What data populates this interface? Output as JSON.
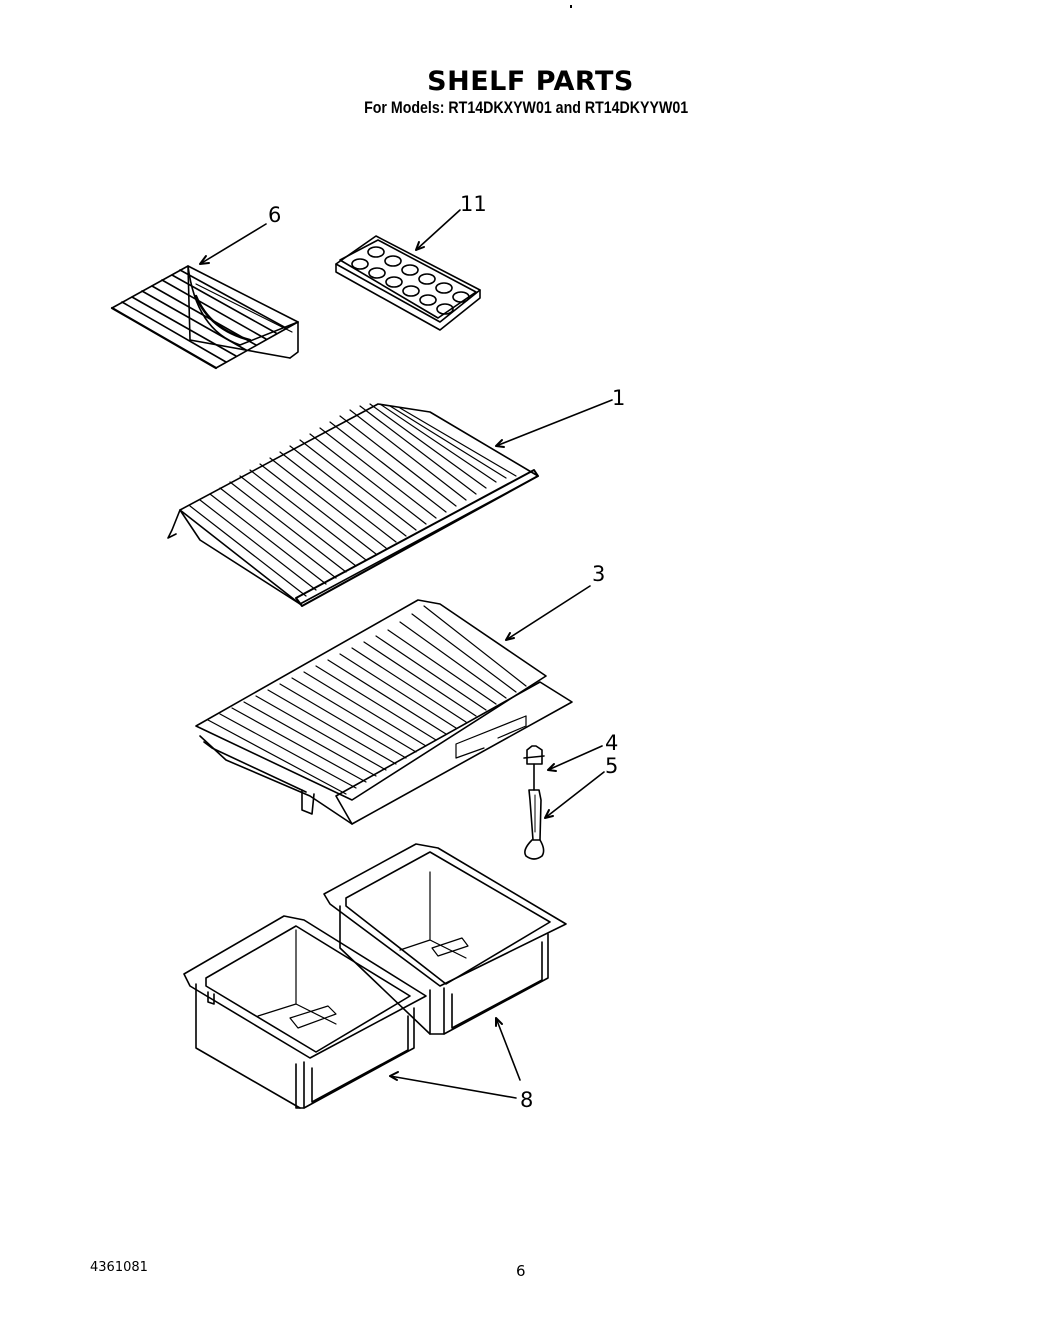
{
  "document": {
    "title": "SHELF PARTS",
    "subtitle": "For Models: RT14DKXYW01 and RT14DKYYW01",
    "footer": {
      "doc_number": "4361081",
      "page_number": "6"
    }
  },
  "diagram": {
    "type": "exploded-parts-view",
    "callouts": [
      {
        "id": "6",
        "label": "6",
        "part": "wire shelf (freezer)"
      },
      {
        "id": "11",
        "label": "11",
        "part": "ice cube tray"
      },
      {
        "id": "1",
        "label": "1",
        "part": "wire shelf"
      },
      {
        "id": "3",
        "label": "3",
        "part": "crisper cover shelf"
      },
      {
        "id": "4",
        "label": "4",
        "part": "control knob"
      },
      {
        "id": "5",
        "label": "5",
        "part": "control shaft"
      },
      {
        "id": "8",
        "label": "8",
        "part": "crisper drawers"
      }
    ],
    "colors": {
      "line": "#000000",
      "background": "#ffffff"
    }
  }
}
